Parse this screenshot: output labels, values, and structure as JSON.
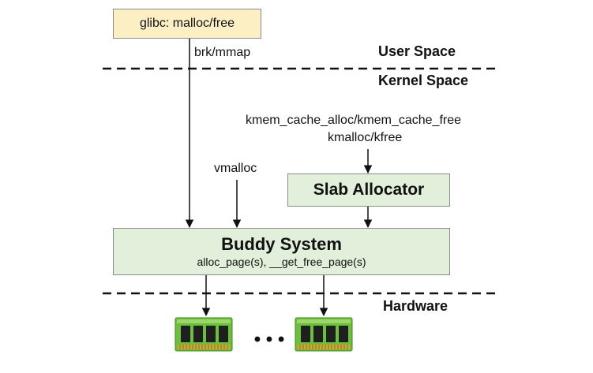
{
  "glibc": {
    "label": "glibc: malloc/free"
  },
  "labels": {
    "brk_mmap": "brk/mmap",
    "kmem_cache": "kmem_cache_alloc/kmem_cache_free",
    "kmalloc": "kmalloc/kfree",
    "vmalloc": "vmalloc"
  },
  "regions": {
    "user_space": "User Space",
    "kernel_space": "Kernel Space",
    "hardware": "Hardware"
  },
  "slab": {
    "title": "Slab Allocator"
  },
  "buddy": {
    "title": "Buddy System",
    "subtitle": "alloc_page(s), __get_free_page(s)"
  },
  "hardware": {
    "ellipsis": "• • •",
    "module_icon": "ram-module-icon"
  },
  "colors": {
    "glibc_fill": "#fcefc4",
    "green_fill": "#e2efda",
    "box_border": "#8a8a8a",
    "ram_board": "#6cbf3a",
    "ram_chip": "#1f1f1f",
    "ram_pin": "#d4a63a"
  }
}
